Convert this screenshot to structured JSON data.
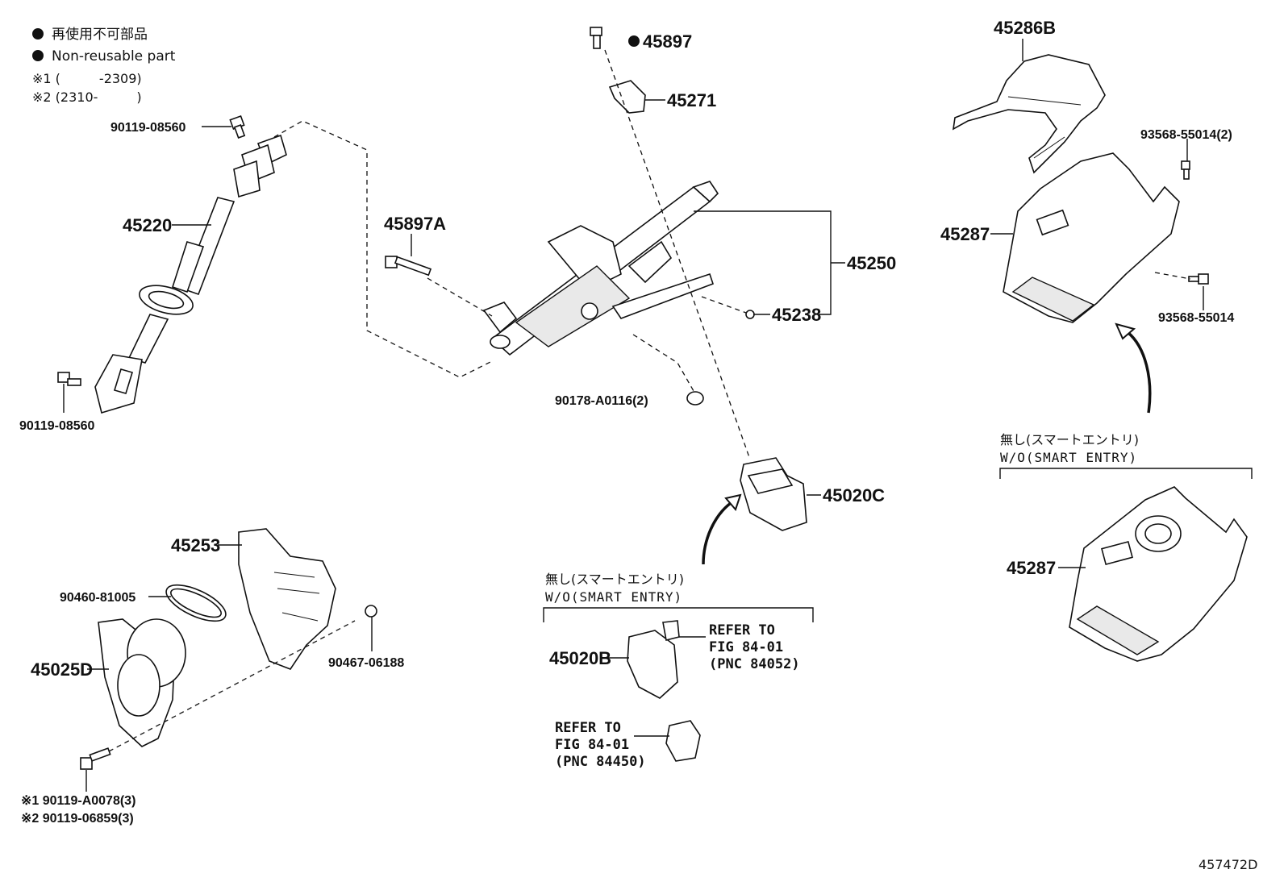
{
  "legend": {
    "non_reusable_jp": "再使用不可部品",
    "non_reusable_en": "Non-reusable part",
    "note1": "※1 (　　　-2309)",
    "note2": "※2 (2310-　　　)"
  },
  "conditions": {
    "wo_smart_entry_jp": "無し(スマートエントリ)",
    "wo_smart_entry_en": "W/O(SMART ENTRY)"
  },
  "parts": {
    "p45897": "45897",
    "p45271": "45271",
    "p45286B": "45286B",
    "p93568_55014_2": "93568-55014(2)",
    "p90119_08560_top": "90119-08560",
    "p45220": "45220",
    "p45897A": "45897A",
    "p45250": "45250",
    "p45238": "45238",
    "p45287_top": "45287",
    "p93568_55014": "93568-55014",
    "p90119_08560_bottom": "90119-08560",
    "p90178_A0116": "90178-A0116(2)",
    "p45020C": "45020C",
    "p45253": "45253",
    "p90460_81005": "90460-81005",
    "p45025D": "45025D",
    "p90467_06188": "90467-06188",
    "p45020B": "45020B",
    "p45287_bottom": "45287",
    "p90119_A0078": "※1 90119-A0078(3)",
    "p90119_06859": "※2 90119-06859(3)"
  },
  "refers": {
    "ref1_line1": "REFER TO",
    "ref1_line2": "FIG 84-01",
    "ref1_line3": "(PNC 84052)",
    "ref2_line1": "REFER TO",
    "ref2_line2": "FIG 84-01",
    "ref2_line3": "(PNC 84450)"
  },
  "figure_id": "457472D"
}
